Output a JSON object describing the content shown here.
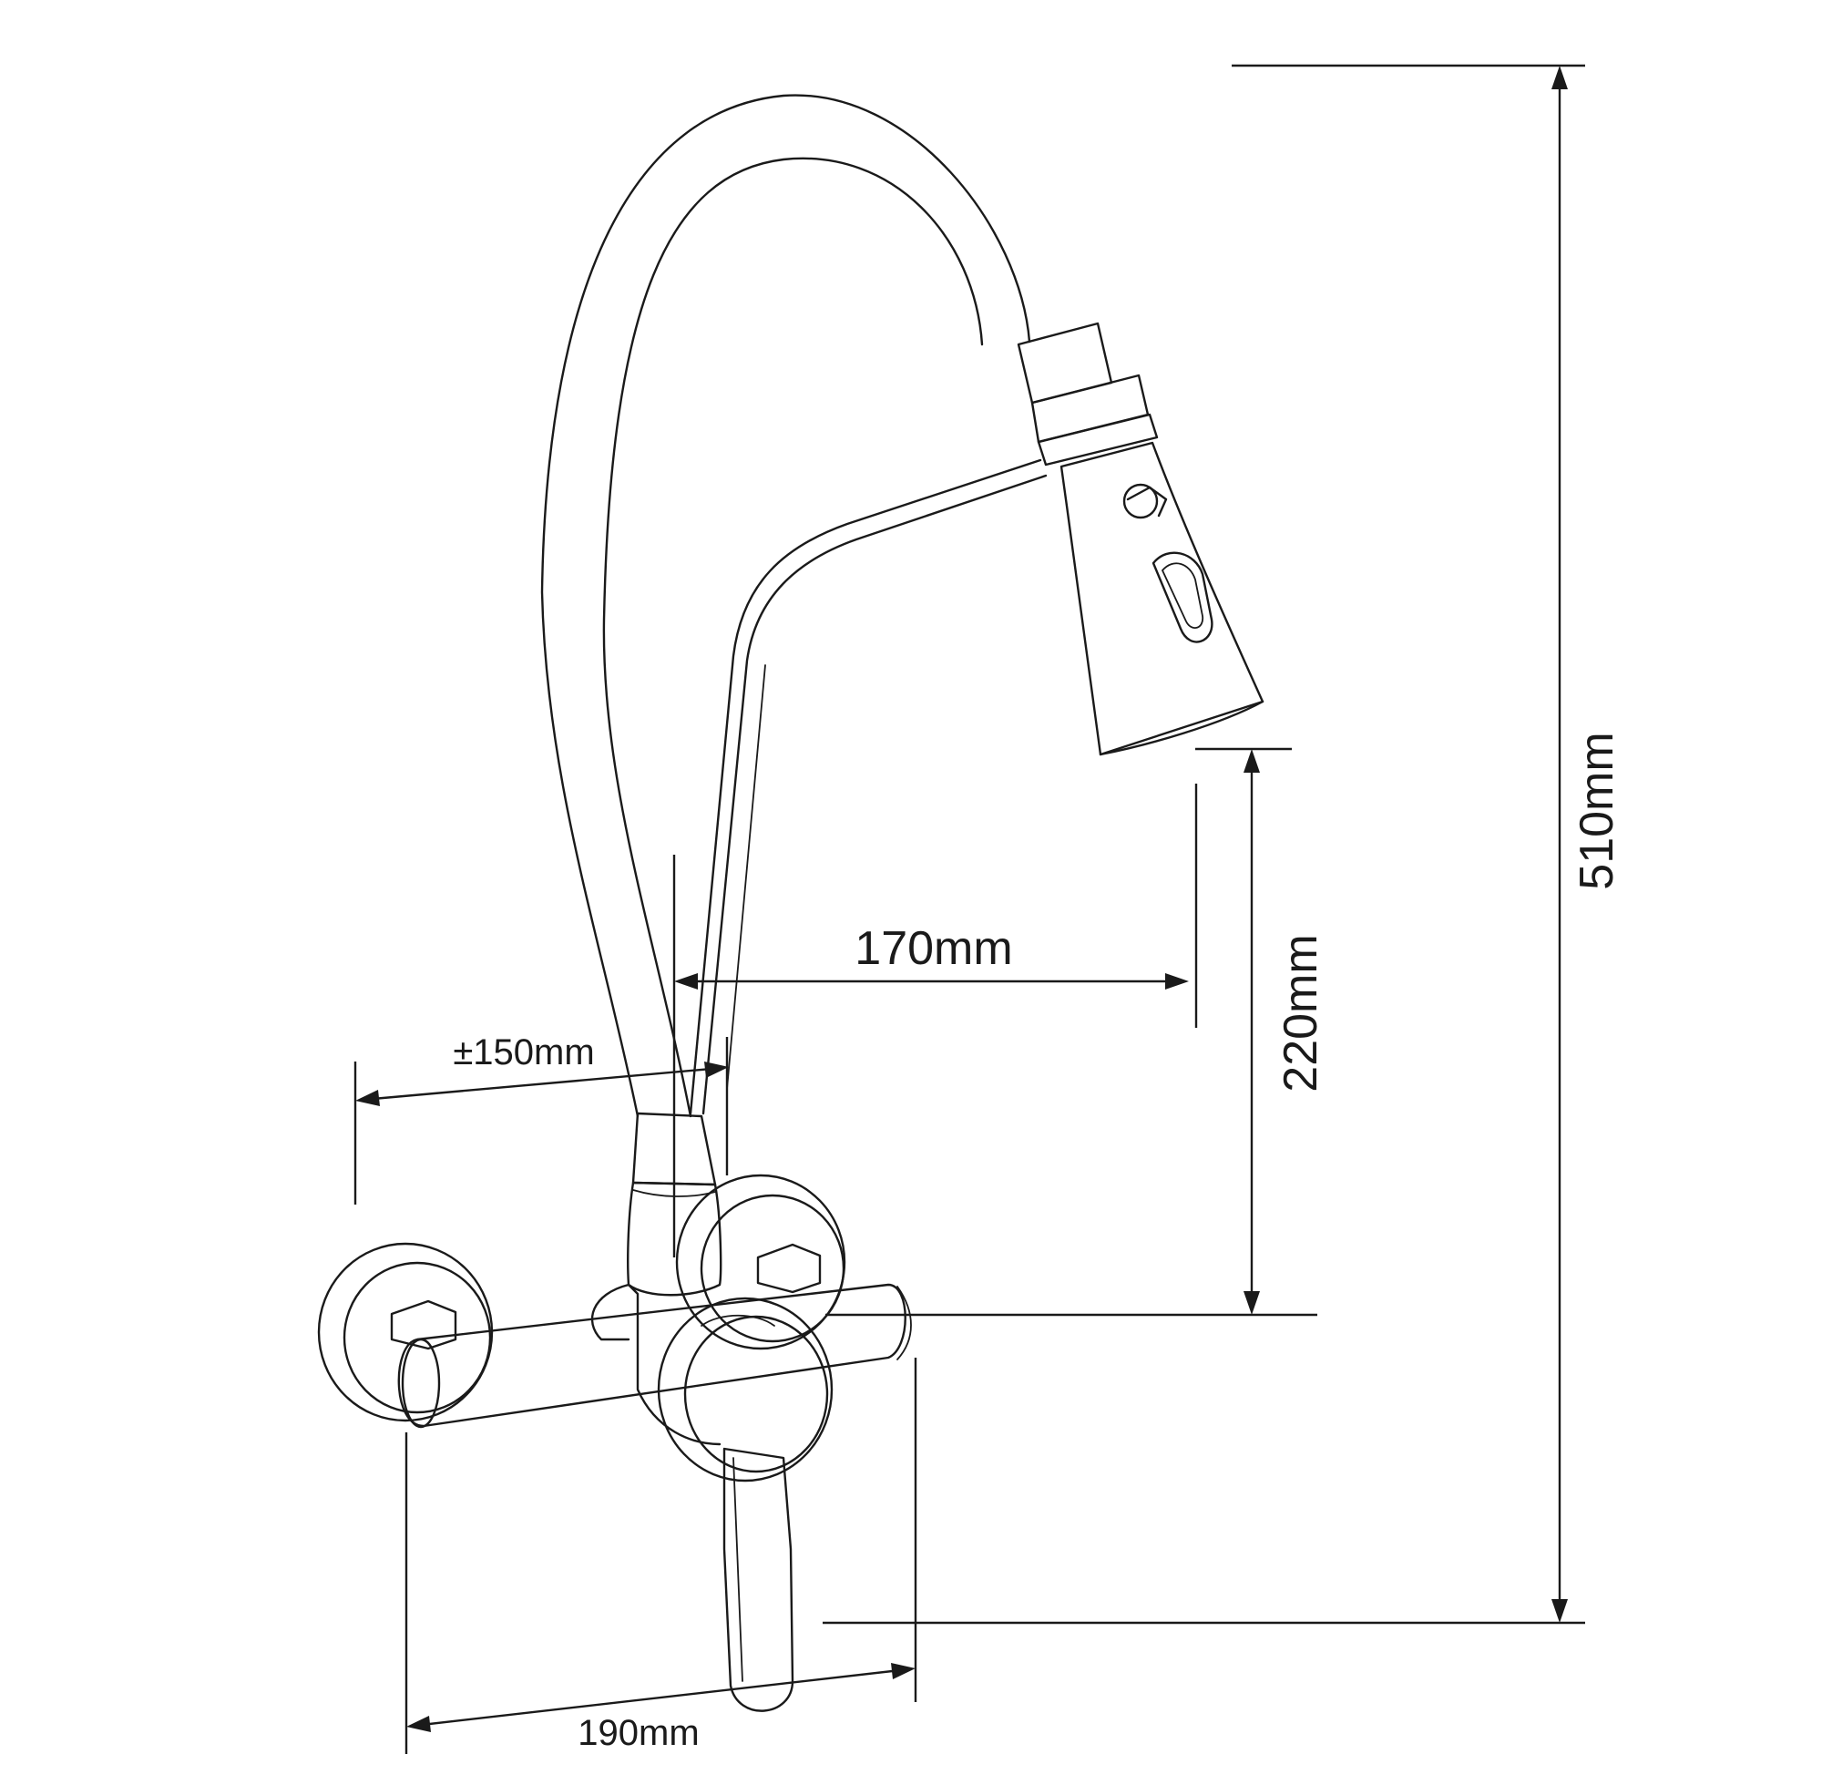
{
  "dimensions": {
    "total_height": "510mm",
    "spout_height": "220mm",
    "spout_reach": "170mm",
    "swivel_range": "±150mm",
    "body_width": "190mm"
  }
}
